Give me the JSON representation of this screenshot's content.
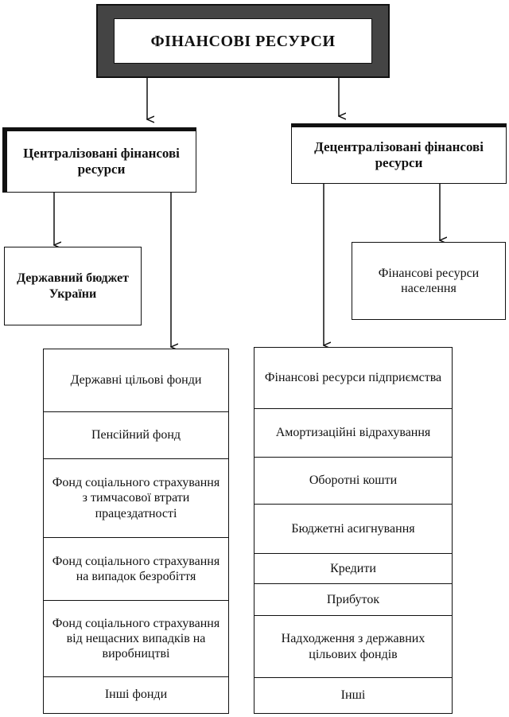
{
  "title": "ФІНАНСОВІ РЕСУРСИ",
  "central": {
    "label": "Централізовані фінансові ресурси",
    "budget": "Державний бюджет України",
    "funds": [
      "Державні цільові фонди",
      "Пенсійний фонд",
      "Фонд соціального страхування з тимчасової втрати працездатності",
      "Фонд соціального страхування на випадок безробіття",
      "Фонд соціального страхування від нещасних випадків на виробництві",
      "Інші фонди"
    ]
  },
  "decentral": {
    "label": "Децентралізовані фінансові ресурси",
    "population": "Фінансові ресурси населення",
    "enterprise": [
      "Фінансові ресурси підприємства",
      "Амортизаційні відрахування",
      "Оборотні кошти",
      "Бюджетні асигнування",
      "Кредити",
      "Прибуток",
      "Надходження з державних цільових фондів",
      "Інші"
    ]
  }
}
